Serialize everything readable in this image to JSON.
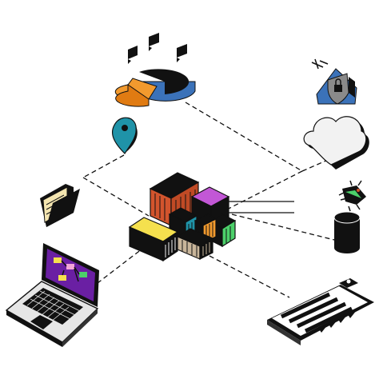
{
  "diagram": {
    "nodes": [
      {
        "id": "containers",
        "icon": "shipping-containers-icon"
      },
      {
        "id": "pie-chart",
        "icon": "pie-chart-with-comments-icon"
      },
      {
        "id": "location",
        "icon": "location-pin-icon"
      },
      {
        "id": "folder",
        "icon": "folder-icon"
      },
      {
        "id": "laptop",
        "icon": "laptop-icon"
      },
      {
        "id": "security",
        "icon": "house-shield-icon"
      },
      {
        "id": "cloud",
        "icon": "cloud-icon"
      },
      {
        "id": "database",
        "icon": "database-icon"
      },
      {
        "id": "bug",
        "icon": "bug-icon"
      },
      {
        "id": "checklist",
        "icon": "clipboard-checklist-icon"
      }
    ],
    "connections": [
      {
        "from": "containers",
        "to": "pie-chart",
        "style": "dashed"
      },
      {
        "from": "containers",
        "to": "location",
        "style": "dashed"
      },
      {
        "from": "containers",
        "to": "folder",
        "style": "dashed"
      },
      {
        "from": "containers",
        "to": "laptop",
        "style": "dashed"
      },
      {
        "from": "containers",
        "to": "cloud",
        "style": "dashed"
      },
      {
        "from": "containers",
        "to": "database",
        "style": "dashed"
      },
      {
        "from": "containers",
        "to": "bug",
        "style": "solid"
      },
      {
        "from": "containers",
        "to": "checklist",
        "style": "dashed"
      }
    ]
  },
  "colors": {
    "ink": "#111111",
    "orange": "#f29a2e",
    "blue": "#3b72b9",
    "rust": "#d2542d",
    "purple": "#c257d6",
    "teal": "#1f93a8",
    "green": "#4cd06a",
    "yellow": "#f5e04e",
    "tan": "#c8b59a",
    "cloud": "#f2f2f2",
    "screen": "#6a1fa3"
  }
}
